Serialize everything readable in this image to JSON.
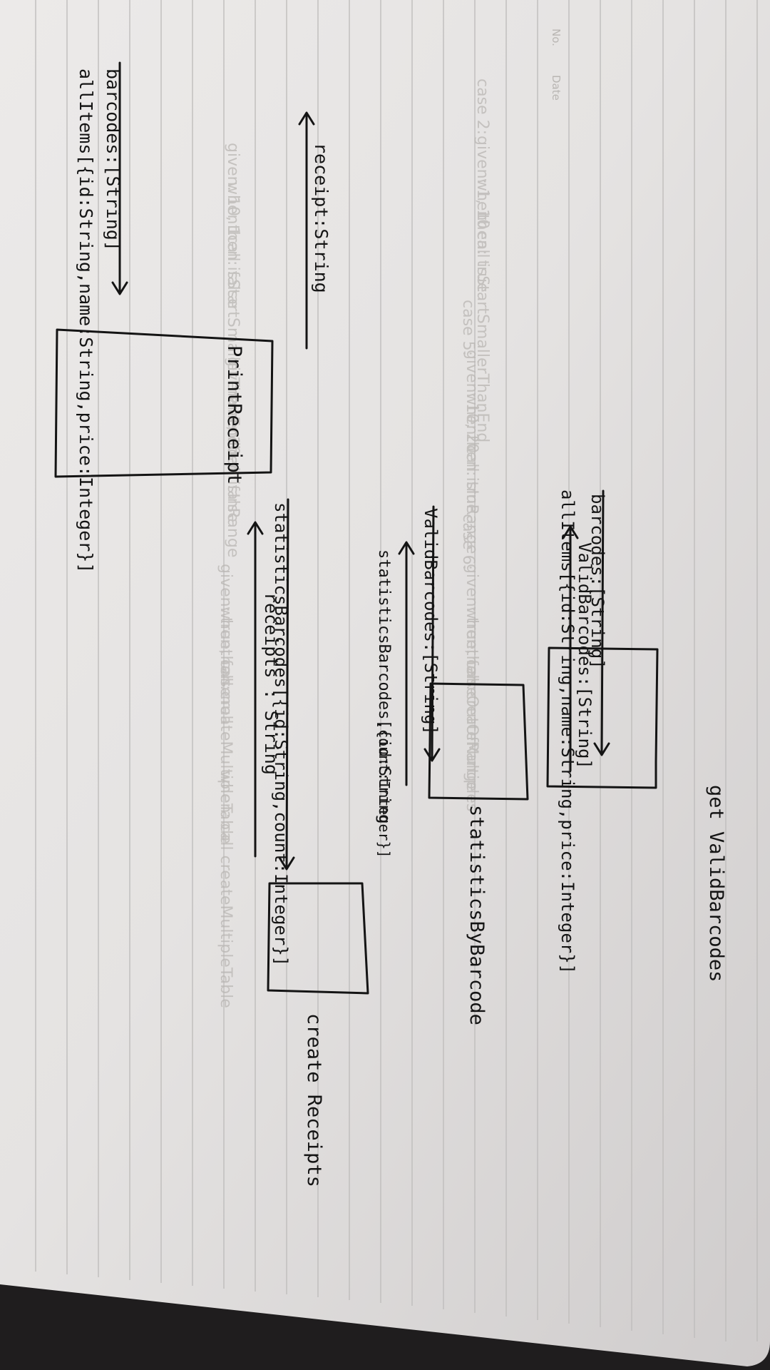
{
  "notebook": {
    "header_no": "No.",
    "header_date": "Date"
  },
  "print_receipt": {
    "input": "allItems[{id:String,name:String,price:Integer}]",
    "input_2": "barcodes:[String]",
    "output": "receipt:String",
    "label": "PrintReceipt"
  },
  "get_valid_barcodes": {
    "input": "allItems[{id:String,name:String,price:Integer}]",
    "input_2": "barcodes:[String]",
    "output": "ValidBarcodes:[String]",
    "label": "get ValidBarcodes"
  },
  "statistics_by_barcode": {
    "input": "ValidBarcodes:[String]",
    "output": "statisticsBarcodes[{id:String",
    "output_2": ",count:Integer}]",
    "label": "statisticsByBarcode"
  },
  "create_receipts": {
    "input": "statisticsBarcodes[{id:String,count:Integer}]",
    "output": "receipts : String",
    "label": "create Receipts"
  },
  "faint_notes": {
    "case_2": "case 2:",
    "given_1_10": "given: 1, 10",
    "when_call_isStart": "when: call isStartSmallerThanEnd",
    "then_true": "then: true",
    "case_5": "case 5:",
    "given_10_20": "given: 10, 20",
    "when_call_isInRange": "when: call isInRange",
    "then_true_2": "then: true",
    "case_6": "case 6:",
    "given_true_false": "given: true, false",
    "when_call_create": "when: call createMultiples",
    "then_out_of_range": "then: OutOfRange",
    "left_given": "given: 10, 1",
    "left_when": "when: call isStartSmallerThanEnd",
    "left_then": "then: false",
    "left_given_2": "given: -1, 10",
    "left_when_2": "when: call isInRange",
    "left_then_2": "then: false",
    "left_given_3": "given: true, false",
    "left_when_3": "when: call createMultipleTable",
    "left_then_3": "then: null",
    "left_when_4": "when: call createMultipleTable"
  }
}
